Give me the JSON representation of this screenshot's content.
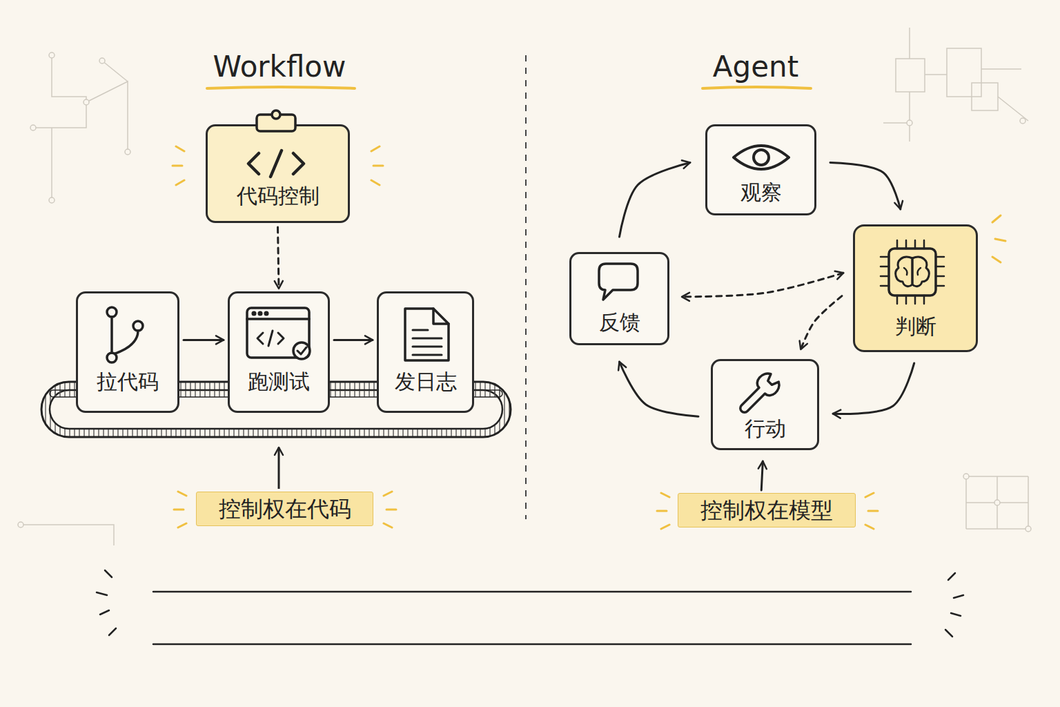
{
  "diagram": {
    "nodes": [
      {
        "text": [
          "代码控制"
        ]
      },
      {
        "text": [
          "拉代码"
        ]
      },
      {
        "text": [
          "跑测试"
        ]
      },
      {
        "text": [
          "发日志"
        ]
      },
      {
        "text": [
          "控制权在代码"
        ]
      },
      {
        "text": [
          "观察"
        ]
      },
      {
        "text": [
          "判断"
        ]
      },
      {
        "text": [
          "行动"
        ]
      },
      {
        "text": [
          "反馈"
        ]
      },
      {
        "text": [
          "控制权在模型"
        ]
      }
    ],
    "edges": [
      {
        "from": 0,
        "to": 2,
        "arrow": "to"
      },
      {
        "from": 1,
        "to": 2,
        "arrow": "to"
      },
      {
        "from": 2,
        "to": 3,
        "arrow": "to"
      },
      {
        "from": 5,
        "to": 6,
        "arrow": "to"
      },
      {
        "from": 6,
        "to": 7,
        "arrow": "to"
      },
      {
        "from": 7,
        "to": 8,
        "arrow": "to"
      },
      {
        "from": 8,
        "to": 5,
        "arrow": "to"
      },
      {
        "from": 6,
        "to": 8,
        "arrow": "both"
      },
      {
        "from": 6,
        "to": 7,
        "arrow": "to"
      },
      {
        "from": 9,
        "to": 7,
        "arrow": "to"
      }
    ],
    "labels": [
      "Workflow",
      "Agent"
    ]
  }
}
